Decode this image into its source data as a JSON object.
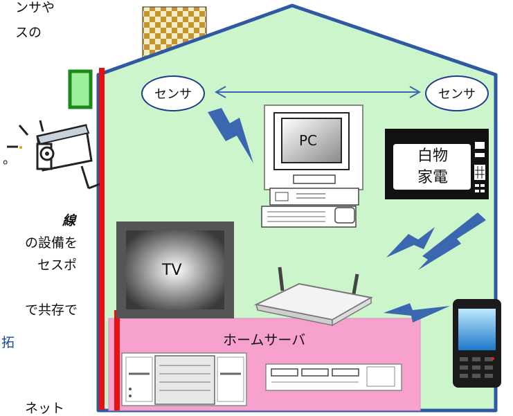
{
  "diagram": {
    "sensor_left": "センサ",
    "sensor_right": "センサ",
    "pc_label": "PC",
    "appliance_label_1": "白物",
    "appliance_label_2": "家電",
    "tv_label": "TV",
    "home_server_label": "ホームサーバ"
  },
  "left_text_fragments": [
    "ンサや",
    "スの",
    "。",
    "線",
    "の設備を",
    "セスポ",
    "で共存で",
    "拓",
    "ネット"
  ],
  "colors": {
    "house_fill": "#ccf5cc",
    "house_outline": "#2f5aa3",
    "server_fill": "#f7a1cf",
    "wall_red": "#e81111",
    "chimney_checker_a": "#c59432",
    "chimney_checker_b": "#f3edc2",
    "window_fill": "#9cf09c",
    "window_border": "#1a8a1a",
    "lightning": "#3b67b0",
    "text_blue": "#1a4a9a"
  }
}
